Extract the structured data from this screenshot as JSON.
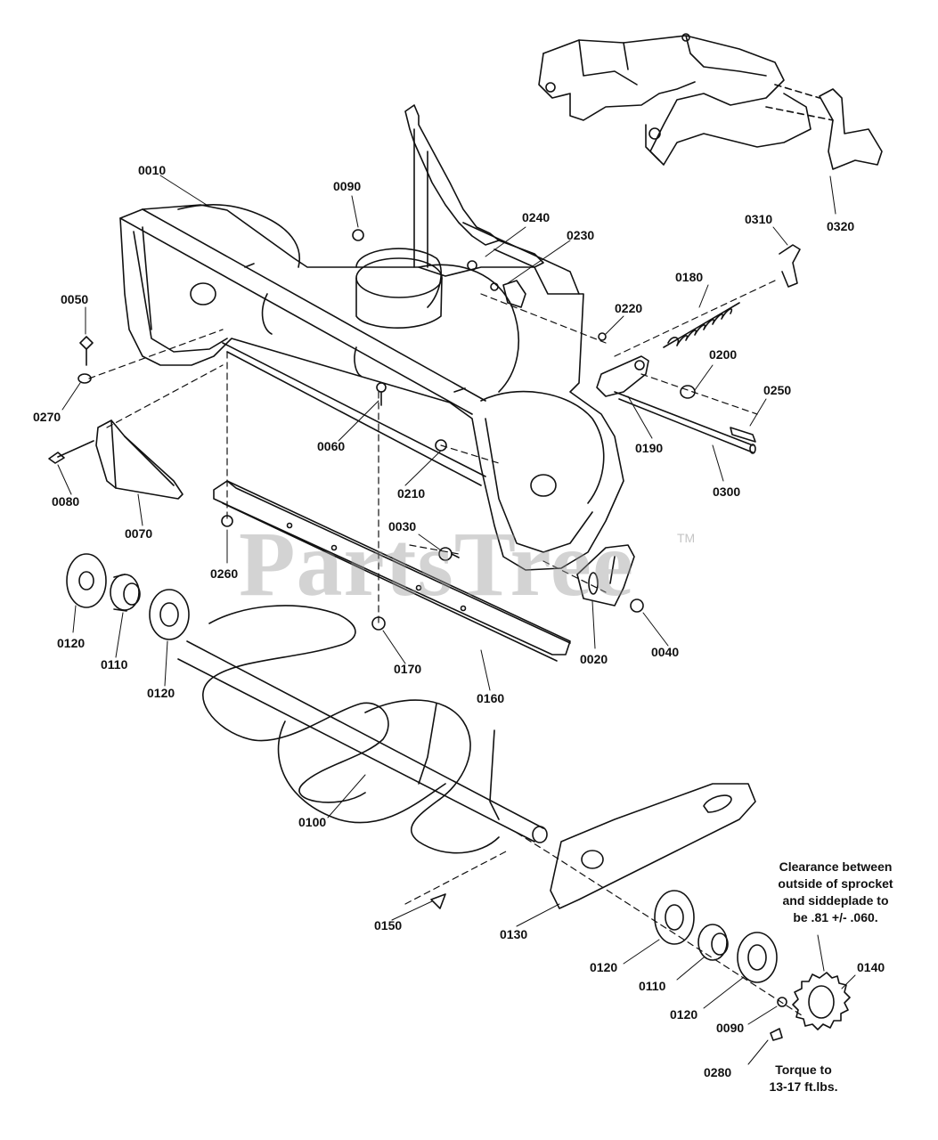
{
  "diagram": {
    "watermark": "PartsTree",
    "trademark": "TM",
    "labels": {
      "p0010": "0010",
      "p0090a": "0090",
      "p0240": "0240",
      "p0230": "0230",
      "p0310": "0310",
      "p0320": "0320",
      "p0050": "0050",
      "p0180": "0180",
      "p0220": "0220",
      "p0200": "0200",
      "p0250": "0250",
      "p0270": "0270",
      "p0060": "0060",
      "p0190": "0190",
      "p0210": "0210",
      "p0080": "0080",
      "p0300": "0300",
      "p0070": "0070",
      "p0030": "0030",
      "p0260": "0260",
      "p0120a": "0120",
      "p0020": "0020",
      "p0040": "0040",
      "p0110a": "0110",
      "p0170": "0170",
      "p0120b": "0120",
      "p0160": "0160",
      "p0100": "0100",
      "p0150": "0150",
      "p0130": "0130",
      "p0120c": "0120",
      "p0110b": "0110",
      "p0140": "0140",
      "p0120d": "0120",
      "p0090b": "0090",
      "p0280": "0280"
    },
    "notes": {
      "clearance": [
        "Clearance between",
        "outside of sprocket",
        "and siddeplade to",
        "be .81 +/- .060."
      ],
      "torque": [
        "Torque to",
        "13-17 ft.lbs."
      ]
    }
  }
}
